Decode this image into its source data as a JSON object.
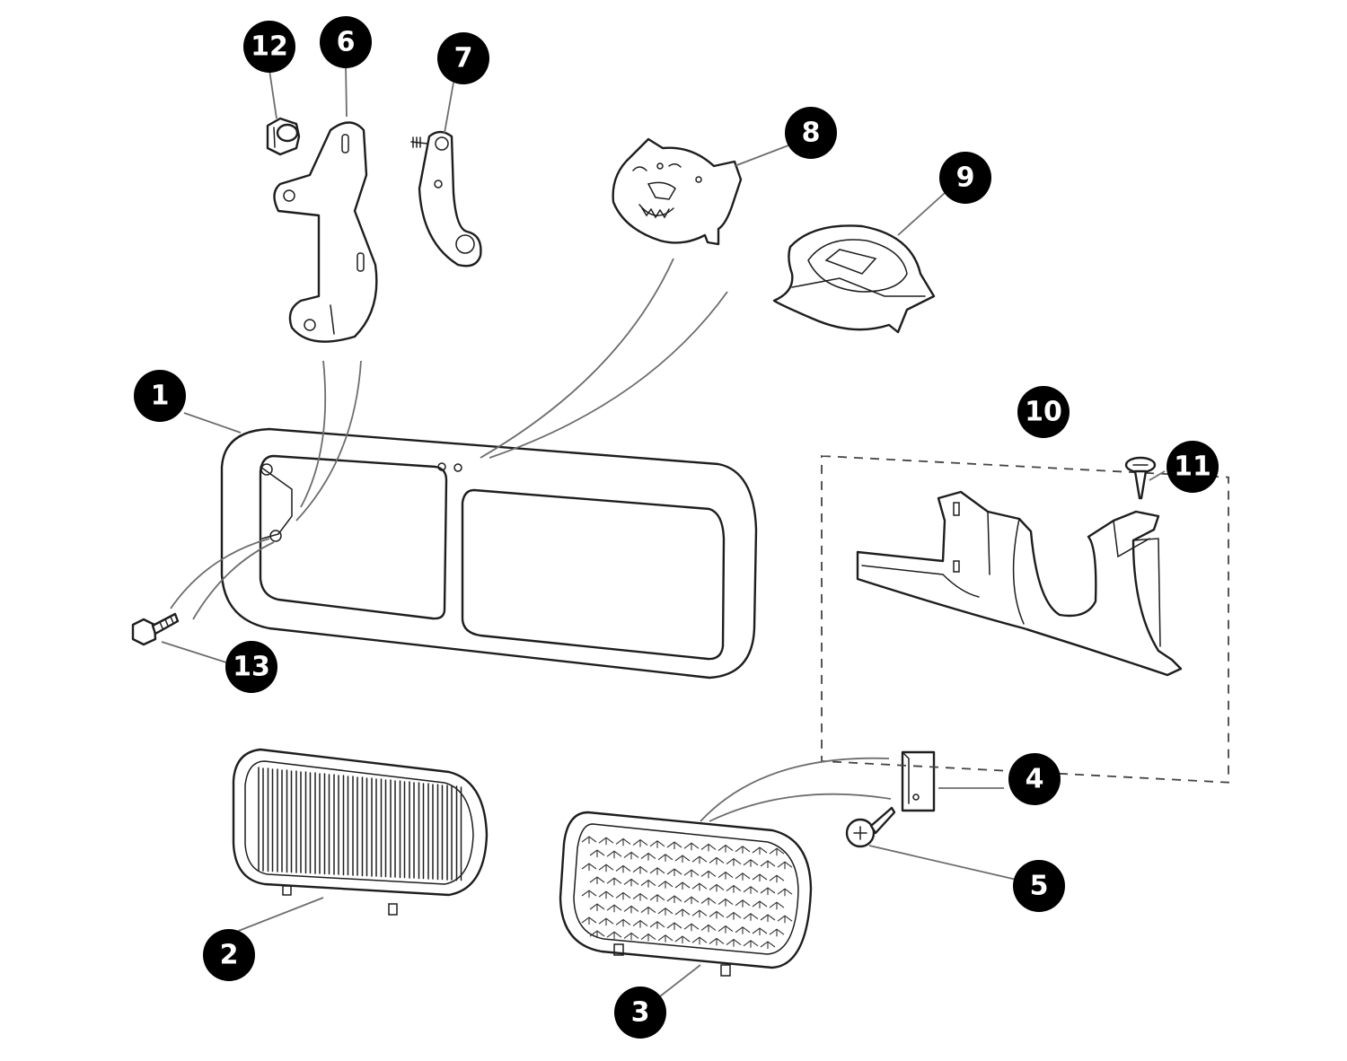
{
  "callouts": [
    {
      "label": "1"
    },
    {
      "label": "2"
    },
    {
      "label": "3"
    },
    {
      "label": "4"
    },
    {
      "label": "5"
    },
    {
      "label": "6"
    },
    {
      "label": "7"
    },
    {
      "label": "8"
    },
    {
      "label": "9"
    },
    {
      "label": "10"
    },
    {
      "label": "11"
    },
    {
      "label": "12"
    },
    {
      "label": "13"
    }
  ],
  "colors": {
    "bubble": "#000000",
    "bubble_text": "#ffffff",
    "line": "#1e1e1e",
    "leader": "#6d6d6d",
    "background": "#ffffff"
  }
}
